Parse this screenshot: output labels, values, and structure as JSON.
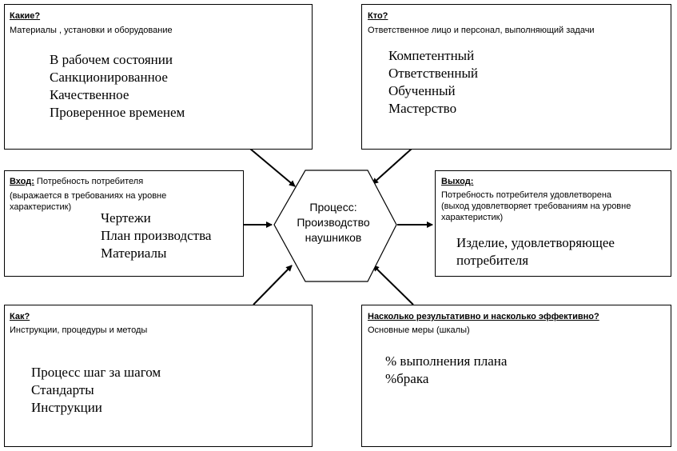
{
  "boxes": {
    "top_left": {
      "title": "Какие?",
      "subtitle": "Материалы , установки и оборудование",
      "items": [
        "В рабочем состоянии",
        "Санкционированное",
        "Качественное",
        "Проверенное временем"
      ]
    },
    "top_right": {
      "title": "Кто?",
      "subtitle": "Ответственное лицо и персонал, выполняющий задачи",
      "items": [
        "Компетентный",
        "Ответственный",
        "Обученный",
        "Мастерство"
      ]
    },
    "mid_left": {
      "title": "Вход:",
      "title_rest": " Потребность потребителя",
      "subtitle_lines": [
        "(выражается в требованиях на уровне",
        "характеристик)"
      ],
      "items": [
        "Чертежи",
        "План производства",
        "Материалы"
      ]
    },
    "mid_right": {
      "title": "Выход:",
      "subtitle_lines": [
        "Потребность потребителя удовлетворена",
        "(выход удовлетворяет требованиям на уровне",
        "характеристик)"
      ],
      "items": [
        "Изделие, удовлетворяющее",
        "потребителя"
      ]
    },
    "bottom_left": {
      "title": "Как?",
      "subtitle": "Инструкции, процедуры и методы",
      "items": [
        "Процесс шаг за шагом",
        "Стандарты",
        "Инструкции"
      ]
    },
    "bottom_right": {
      "title": "Насколько результативно и насколько эффективно?",
      "subtitle": "Основные меры (шкалы)",
      "items": [
        "% выполнения плана",
        "%брака"
      ]
    }
  },
  "center": {
    "lines": [
      "Процесс:",
      "Производство",
      "наушников"
    ]
  }
}
